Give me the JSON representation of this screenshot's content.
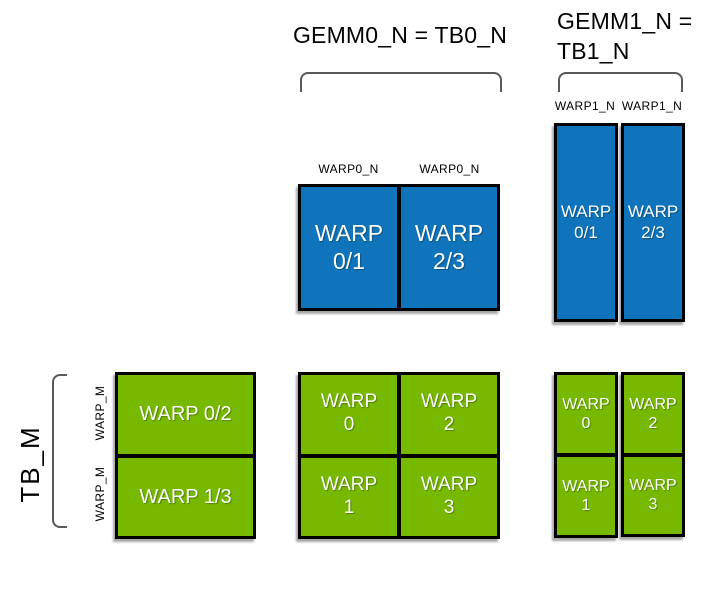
{
  "colors": {
    "blue": "#0f74bc",
    "green": "#76b900",
    "border": "#000000",
    "bracket": "#595959"
  },
  "labels": {
    "gemm0": "GEMM0_N = TB0_N",
    "gemm1_line1": "GEMM1_N =",
    "gemm1_line2": "TB1_N",
    "tb_m": "TB_M",
    "warp_m_top": "WARP_M",
    "warp_m_bottom": "WARP_M",
    "warp0_n_left": "WARP0_N",
    "warp0_n_right": "WARP0_N",
    "warp1_n_left": "WARP1_N",
    "warp1_n_right": "WARP1_N"
  },
  "gemm0_accumulators": {
    "cells": [
      {
        "line1": "WARP",
        "line2": "0/1"
      },
      {
        "line1": "WARP",
        "line2": "2/3"
      }
    ]
  },
  "gemm1_accumulators": {
    "cells": [
      {
        "line1": "WARP",
        "line2": "0/1"
      },
      {
        "line1": "WARP",
        "line2": "2/3"
      }
    ]
  },
  "tb_warp_tile": {
    "rows": [
      {
        "label": "WARP 0/2"
      },
      {
        "label": "WARP 1/3"
      }
    ]
  },
  "gemm0_warp_grid": {
    "cells": [
      {
        "line1": "WARP",
        "line2": "0"
      },
      {
        "line1": "WARP",
        "line2": "2"
      },
      {
        "line1": "WARP",
        "line2": "1"
      },
      {
        "line1": "WARP",
        "line2": "3"
      }
    ]
  },
  "gemm1_warp_grid": {
    "left_column": [
      {
        "line1": "WARP",
        "line2": "0"
      },
      {
        "line1": "WARP",
        "line2": "1"
      }
    ],
    "right_column": [
      {
        "line1": "WARP",
        "line2": "2"
      },
      {
        "line1": "WARP",
        "line2": "3"
      }
    ]
  }
}
